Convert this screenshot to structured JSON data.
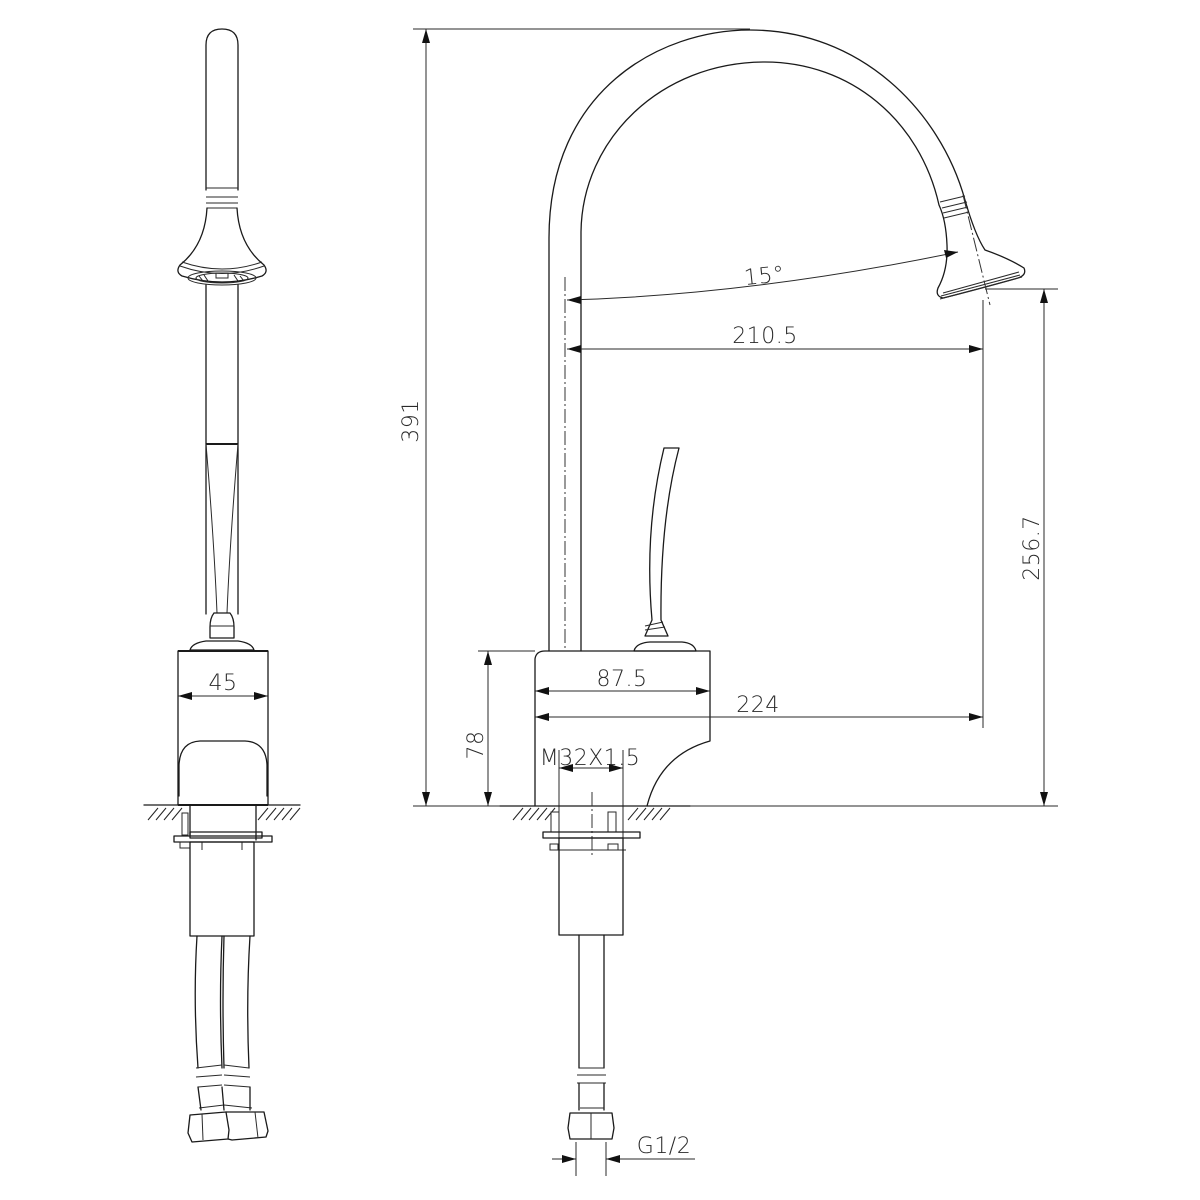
{
  "drawing": {
    "type": "faucet-technical-drawing",
    "line_color": "#1a1a1a",
    "background": "#ffffff",
    "views": [
      {
        "name": "side-view",
        "description": "Left side elevation of faucet with pull-out spray head and twin flexible hoses"
      },
      {
        "name": "front-view",
        "description": "Front elevation with gooseneck spout, lever handle, base and single supply hose"
      }
    ]
  },
  "dimensions": {
    "overall_height": "391",
    "base_height": "78",
    "spout_angle": "15°",
    "spout_reach_from_center": "210.5",
    "spout_outlet_height": "256.7",
    "base_length": "87.5",
    "total_reach": "224",
    "base_width_side": "45",
    "mounting_thread": "M32X1.5",
    "hose_connection": "G1/2"
  }
}
